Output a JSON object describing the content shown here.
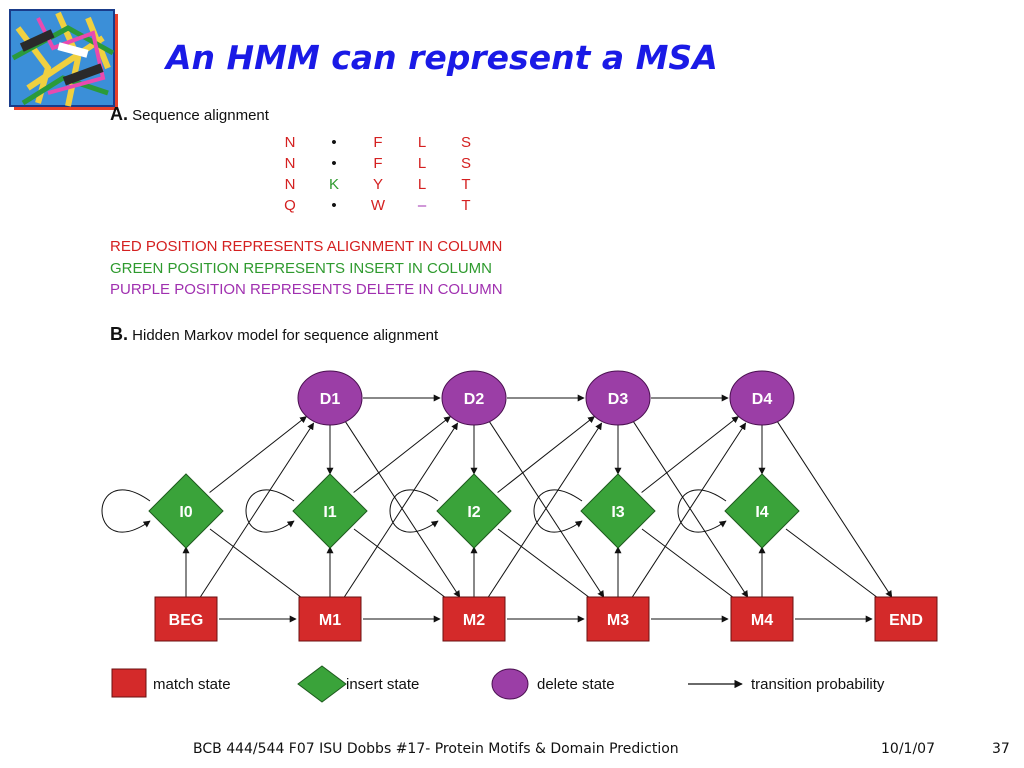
{
  "slide": {
    "title": "An HMM can represent a MSA",
    "footer_text": "BCB 444/544 F07 ISU Dobbs #17- Protein Motifs & Domain Prediction",
    "footer_date": "10/1/07",
    "page_number": "37"
  },
  "section_a": {
    "letter": "A.",
    "heading": "Sequence alignment",
    "alignment_rows": [
      [
        {
          "t": "N",
          "c": "red"
        },
        {
          "t": "•",
          "c": "black"
        },
        {
          "t": "F",
          "c": "red"
        },
        {
          "t": "L",
          "c": "red"
        },
        {
          "t": "S",
          "c": "red"
        }
      ],
      [
        {
          "t": "N",
          "c": "red"
        },
        {
          "t": "•",
          "c": "black"
        },
        {
          "t": "F",
          "c": "red"
        },
        {
          "t": "L",
          "c": "red"
        },
        {
          "t": "S",
          "c": "red"
        }
      ],
      [
        {
          "t": "N",
          "c": "red"
        },
        {
          "t": "K",
          "c": "green"
        },
        {
          "t": "Y",
          "c": "red"
        },
        {
          "t": "L",
          "c": "red"
        },
        {
          "t": "T",
          "c": "red"
        }
      ],
      [
        {
          "t": "Q",
          "c": "red"
        },
        {
          "t": "•",
          "c": "black"
        },
        {
          "t": "W",
          "c": "red"
        },
        {
          "t": "–",
          "c": "purple"
        },
        {
          "t": "T",
          "c": "red"
        }
      ]
    ],
    "explanations": [
      {
        "text": "RED POSITION REPRESENTS ALIGNMENT IN COLUMN",
        "color": "#d42020"
      },
      {
        "text": "GREEN POSITION REPRESENTS INSERT IN COLUMN",
        "color": "#2e9a2e"
      },
      {
        "text": "PURPLE POSITION REPRESENTS DELETE IN COLUMN",
        "color": "#a030b0"
      }
    ]
  },
  "section_b": {
    "letter": "B.",
    "heading": "Hidden Markov model for sequence alignment"
  },
  "colors": {
    "match": "#d42a2a",
    "insert": "#3aa33a",
    "delete": "#9b3ea6",
    "title": "#1a1ae6"
  },
  "hmm": {
    "match_states": [
      "BEG",
      "M1",
      "M2",
      "M3",
      "M4",
      "END"
    ],
    "insert_states": [
      "I0",
      "I1",
      "I2",
      "I3",
      "I4"
    ],
    "delete_states": [
      "D1",
      "D2",
      "D3",
      "D4"
    ]
  },
  "legend": {
    "match": "match state",
    "insert": "insert state",
    "delete": "delete state",
    "transition": "transition probability"
  }
}
